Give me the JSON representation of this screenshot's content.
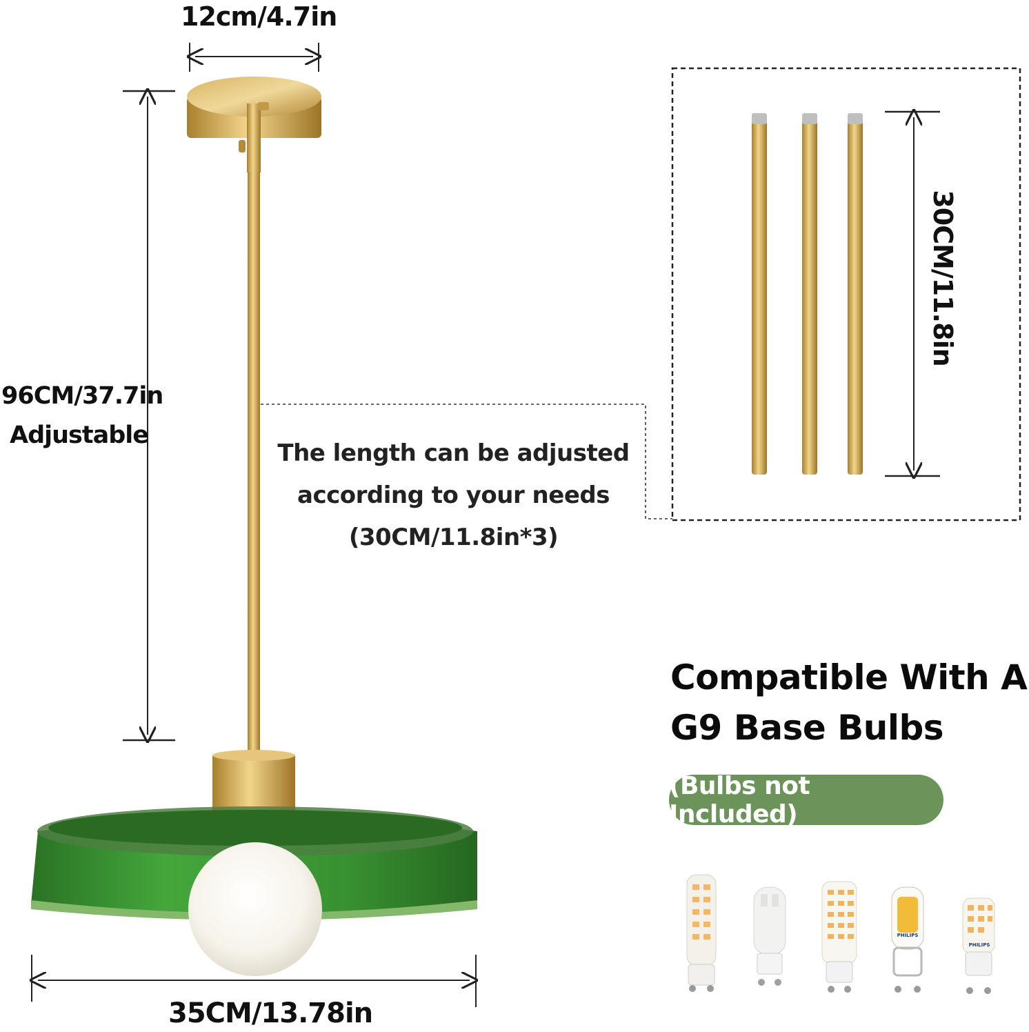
{
  "dimensions": {
    "canopy_width": "12cm/4.7in",
    "height_value": "96CM/37.7in",
    "height_note": "Adjustable",
    "rod_length": "30CM/11.8in",
    "shade_width": "35CM/13.78in"
  },
  "adjust_note": {
    "line1": "The length can be adjusted",
    "line2": "according to your needs",
    "line3": "(30CM/11.8in*3)"
  },
  "compatibility": {
    "line1": "Compatible With All",
    "line2": "G9 Base Bulbs",
    "badge": "(Bulbs not Included)"
  },
  "bulbs": [
    {
      "icon": "g9-led-corn-bulb-icon",
      "brand": ""
    },
    {
      "icon": "g9-led-capsule-bulb-icon",
      "brand": ""
    },
    {
      "icon": "g9-led-clear-corn-bulb-icon",
      "brand": ""
    },
    {
      "icon": "g9-halogen-bulb-icon",
      "brand": "PHILIPS"
    },
    {
      "icon": "g9-led-short-bulb-icon",
      "brand": "PHILIPS"
    }
  ],
  "colors": {
    "brass": "#c9a24a",
    "glass_green": "#2f8a2a",
    "badge_green": "#6c935a"
  }
}
